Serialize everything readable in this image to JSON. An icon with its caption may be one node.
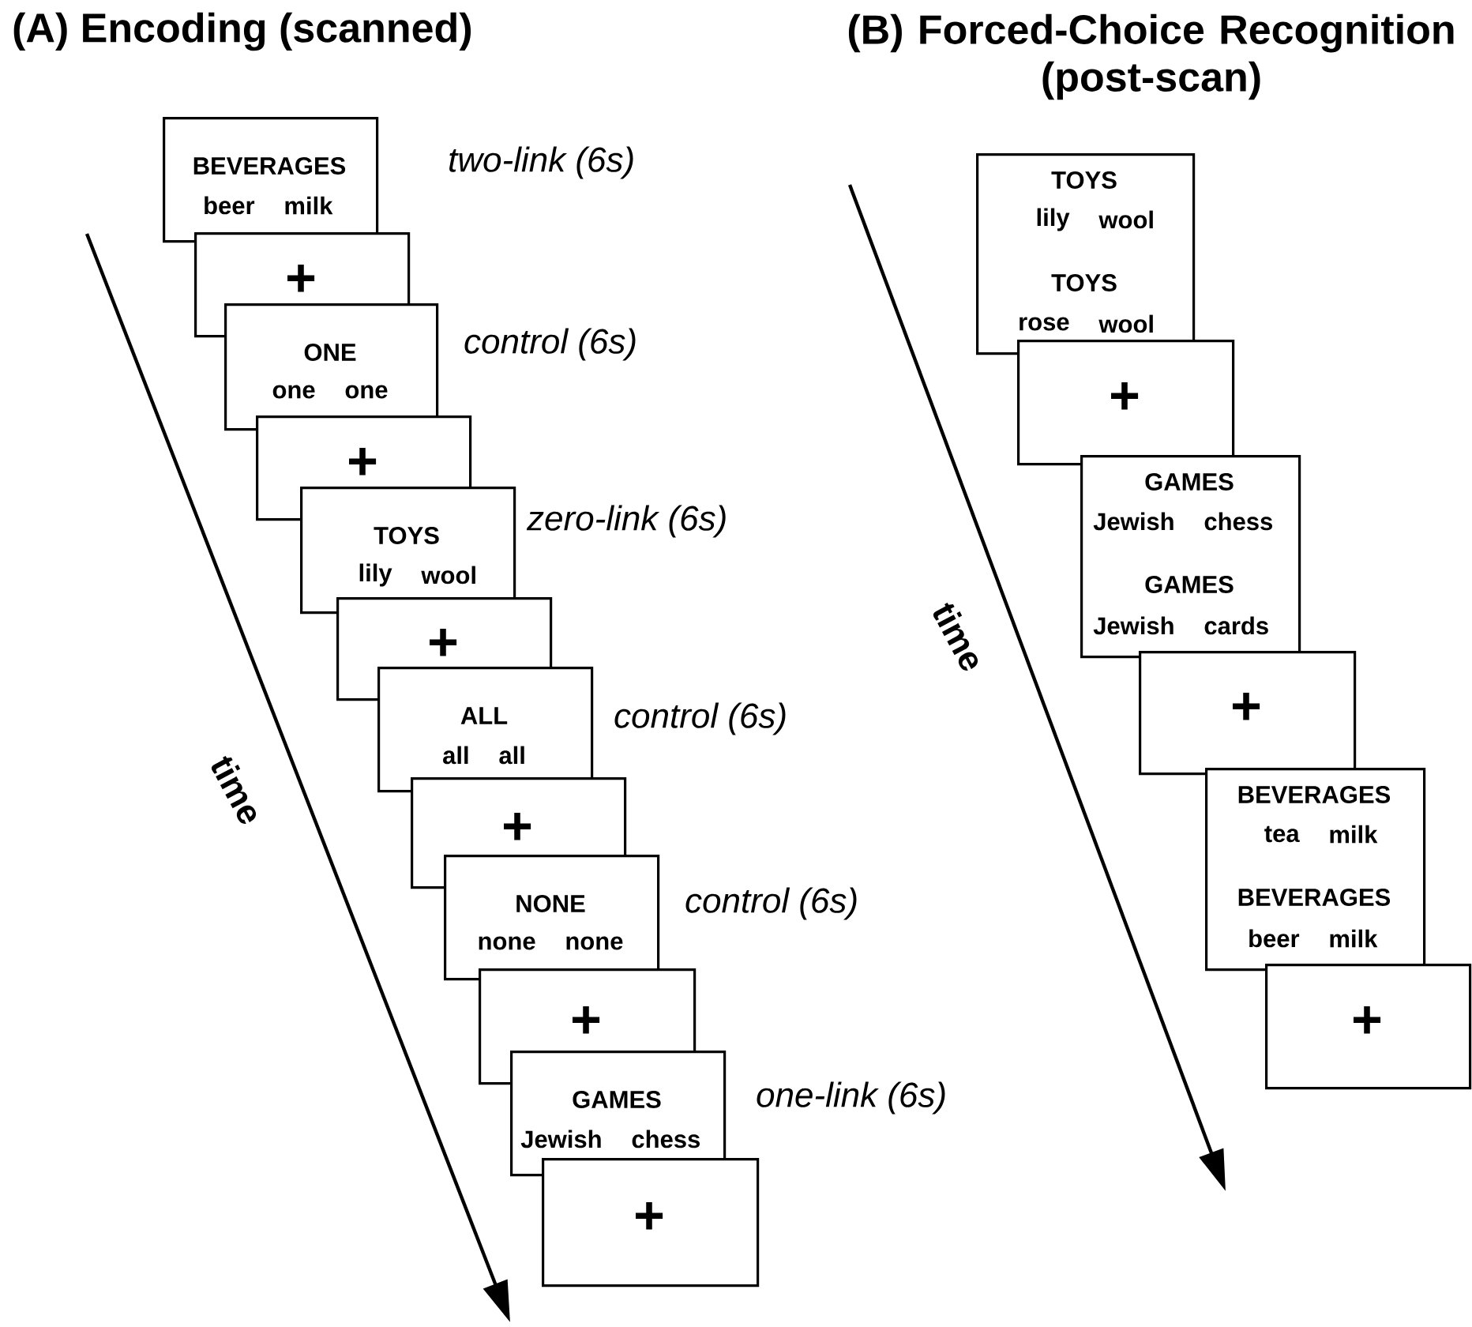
{
  "diagram": {
    "nodes": [
      {
        "text": [
          "BEVERAGES",
          "beer",
          "milk"
        ],
        "beside": [
          "two-link (6s)"
        ]
      },
      {
        "text": [
          "+"
        ]
      },
      {
        "text": [
          "ONE",
          "one",
          "one"
        ],
        "beside": [
          "control (6s)"
        ]
      },
      {
        "text": [
          "+"
        ]
      },
      {
        "text": [
          "TOYS",
          "lily",
          "wool"
        ],
        "beside": [
          "zero-link (6s)"
        ]
      },
      {
        "text": [
          "+"
        ]
      },
      {
        "text": [
          "ALL",
          "all",
          "all"
        ],
        "beside": [
          "control (6s)"
        ]
      },
      {
        "text": [
          "+"
        ]
      },
      {
        "text": [
          "NONE",
          "none",
          "none"
        ],
        "beside": [
          "control (6s)"
        ]
      },
      {
        "text": [
          "+"
        ]
      },
      {
        "text": [
          "GAMES",
          "Jewish",
          "chess"
        ],
        "beside": [
          "one-link (6s)"
        ]
      },
      {
        "text": [
          "+"
        ]
      },
      {
        "text": [
          "TOYS",
          "lily",
          "wool",
          "TOYS",
          "rose",
          "wool"
        ]
      },
      {
        "text": [
          "+"
        ]
      },
      {
        "text": [
          "GAMES",
          "Jewish",
          "chess",
          "GAMES",
          "Jewish",
          "cards"
        ]
      },
      {
        "text": [
          "+"
        ]
      },
      {
        "text": [
          "BEVERAGES",
          "tea",
          "milk",
          "BEVERAGES",
          "beer",
          "milk"
        ]
      },
      {
        "text": [
          "+"
        ]
      }
    ],
    "labels": [
      "(A) Encoding (scanned)",
      "(B) Forced-Choice Recognition (post-scan)",
      "time",
      "time"
    ]
  }
}
